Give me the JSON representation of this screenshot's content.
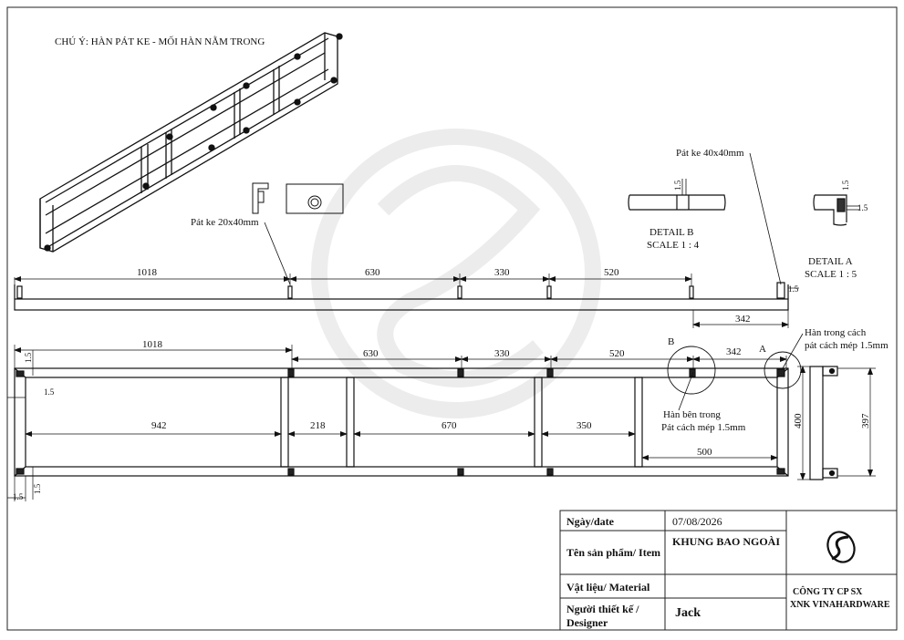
{
  "note": "CHÚ Ý: HÀN PÁT KE - MỐI HÀN NẰM TRONG",
  "callouts": {
    "pat_ke_20x40": "Pát ke 20x40mm",
    "pat_ke_40x40": "Pát ke 40x40mm",
    "han_trong": "Hàn trong cách",
    "han_trong_2": "pát cách mép 1.5mm",
    "han_ben_trong": "Hàn bên trong",
    "han_ben_trong_2": "Pát cách mép 1.5mm"
  },
  "details": {
    "b_title": "DETAIL B",
    "b_scale": "SCALE 1 : 4",
    "a_title": "DETAIL A",
    "a_scale": "SCALE 1 : 5",
    "label_b": "B",
    "label_a": "A"
  },
  "dims": {
    "top": [
      "1018",
      "630",
      "330",
      "520"
    ],
    "top_right": "342",
    "front_top": [
      "1018",
      "630",
      "330",
      "520",
      "342"
    ],
    "front_inner": [
      "942",
      "218",
      "670",
      "350"
    ],
    "front_500": "500",
    "side_400": "400",
    "side_397": "397",
    "gap": "1.5"
  },
  "title_block": {
    "date_label": "Ngày/date",
    "date_value": "07/08/2026",
    "product_label": "Tên sản phẩm/ Item",
    "product_value": "KHUNG BAO NGOÀI",
    "material_label": "Vật liệu/ Material",
    "material_value": "",
    "designer_label_1": "Người thiết kế /",
    "designer_label_2": "Designer",
    "designer_value": "Jack",
    "company_1": "CÔNG TY CP SX",
    "company_2": "XNK VINAHARDWARE"
  }
}
